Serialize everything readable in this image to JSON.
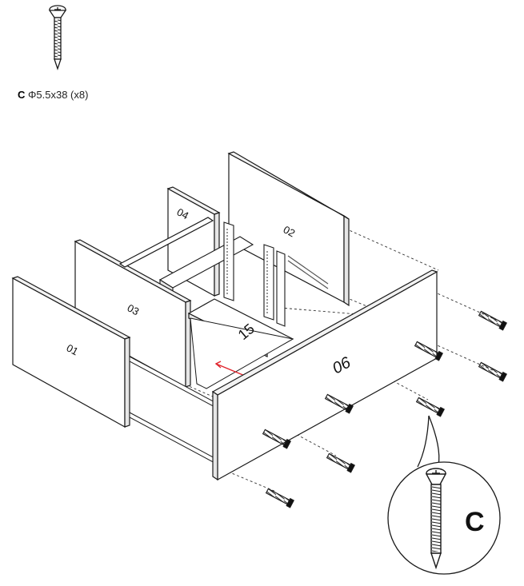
{
  "hardware": {
    "letter": "C",
    "spec": "Φ5.5x38 (x8)"
  },
  "panels": {
    "p01": "01",
    "p02": "02",
    "p03": "03",
    "p04": "04",
    "p06": "06",
    "p15": "15"
  },
  "detail": {
    "letter": "C"
  },
  "colors": {
    "line": "#1a1a1a",
    "panel": "#ffffff",
    "edge": "#e6e6e6",
    "arrow": "#e0232b"
  }
}
